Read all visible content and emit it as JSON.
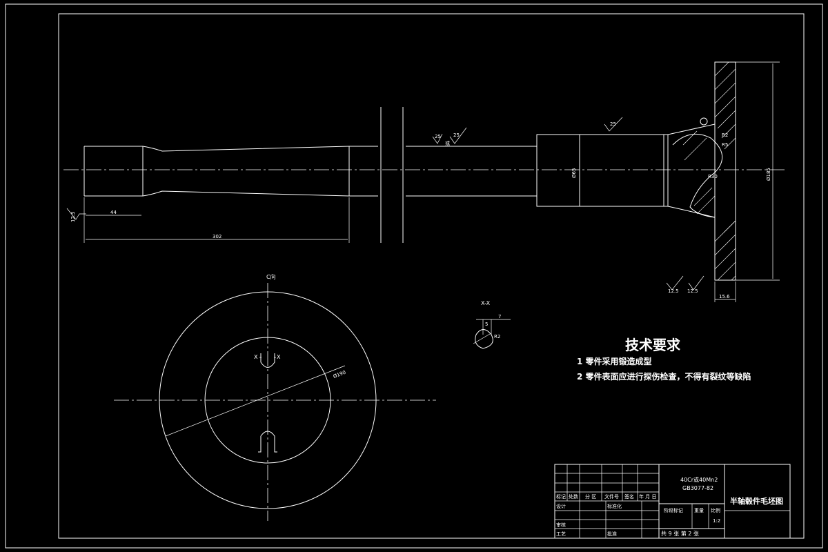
{
  "dimensions": {
    "d_44": "44",
    "d_length_main": "302",
    "roughness_left": "12.5",
    "roughness_mid_1": "25",
    "roughness_mid_2": "25",
    "roughness_top": "25",
    "roughness_bottom_1": "12.5",
    "roughness_bottom_2": "12.5",
    "dia_65": "Ø65",
    "dia_185": "Ø185",
    "flange_thickness": "15.6",
    "dia_190": "Ø190",
    "fillet_r1": "R2",
    "fillet_r2": "R5",
    "fillet_r3": "R30",
    "mid_symbol": "或"
  },
  "views": {
    "c_view_label": "C向",
    "section_label": "X-X",
    "x_left": "X",
    "x_right": "X",
    "section_dim": "7",
    "section_dim_small": "5",
    "section_r": "R2"
  },
  "requirements": {
    "heading": "技术要求",
    "items": [
      "1 零件采用锻造成型",
      "2 零件表面应进行探伤检查，不得有裂纹等缺陷"
    ]
  },
  "title_block": {
    "material": "40Cr或40Mn2",
    "standard": "GB3077-82",
    "part_name": "半轴毂件毛坯图",
    "row_labels": [
      "标记",
      "处数",
      "分 区",
      "文件号",
      "签名",
      "年 月 日"
    ],
    "design": "设计",
    "standardization": "标准化",
    "review": "审核",
    "process": "工艺",
    "approve": "批准",
    "stage_mark": "阶段标记",
    "weight": "重量",
    "scale": "比例",
    "scale_value": "1:2",
    "sheets": "共  9  张   第 2  张"
  }
}
